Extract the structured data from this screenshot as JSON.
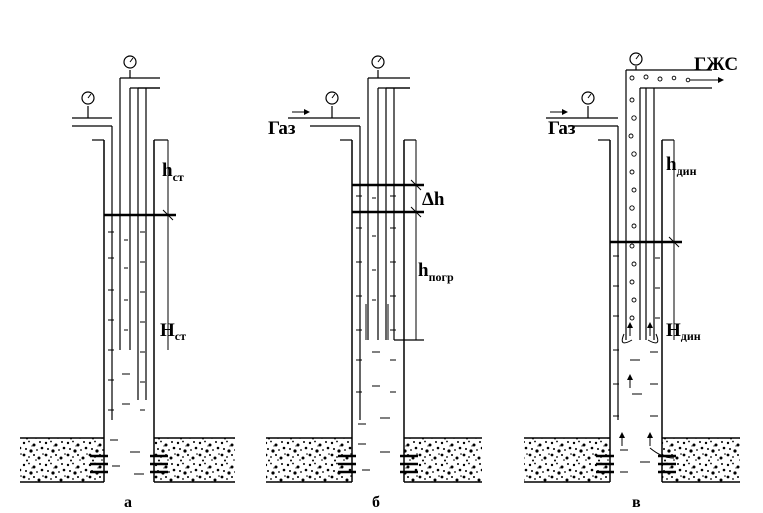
{
  "panels": [
    {
      "caption": "а",
      "labels": {
        "h_static": {
          "base": "h",
          "sub": "ст"
        },
        "H_static": {
          "base": "H",
          "sub": "ст"
        }
      }
    },
    {
      "caption": "б",
      "gas": "Газ",
      "labels": {
        "dh": "Δh",
        "h_immersion": {
          "base": "h",
          "sub": "погр"
        }
      }
    },
    {
      "caption": "в",
      "gas": "Газ",
      "gls": "ГЖС",
      "labels": {
        "h_dynamic": {
          "base": "h",
          "sub": "дин"
        },
        "H_dynamic": {
          "base": "H",
          "sub": "дин"
        }
      }
    }
  ]
}
